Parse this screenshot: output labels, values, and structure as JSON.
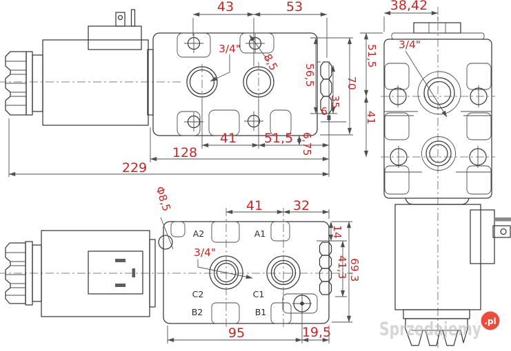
{
  "page": {
    "background": "#ffffff"
  },
  "drawing": {
    "line_color": "#383838",
    "dim_color": "#c52727",
    "views": {
      "side": {
        "dims": {
          "w43": "43",
          "w53": "53",
          "thread": "3/4\"",
          "hole": "8,5",
          "h565": "56,5",
          "h70": "70",
          "h35": "35",
          "h6": "6",
          "h675": "6,75",
          "w41": "41",
          "w515": "51,5",
          "w128": "128",
          "w229": "229"
        }
      },
      "end": {
        "dims": {
          "w3842": "38,42",
          "thread": "3/4\"",
          "h515": "51,5",
          "h41": "41"
        }
      },
      "bottom": {
        "dims": {
          "hole": "Φ8,5",
          "w41": "41",
          "w32": "32",
          "thread": "3/4\"",
          "h14": "14",
          "h413": "41,3",
          "h693": "69,3",
          "w95": "95",
          "w195": "19,5"
        },
        "ports": {
          "a2": "A2",
          "a1": "A1",
          "c2": "C2",
          "c1": "C1",
          "b2": "B2",
          "b1": "B1"
        }
      }
    }
  },
  "watermark": {
    "text": "Sprzedajemy",
    "tld": ".pl"
  }
}
